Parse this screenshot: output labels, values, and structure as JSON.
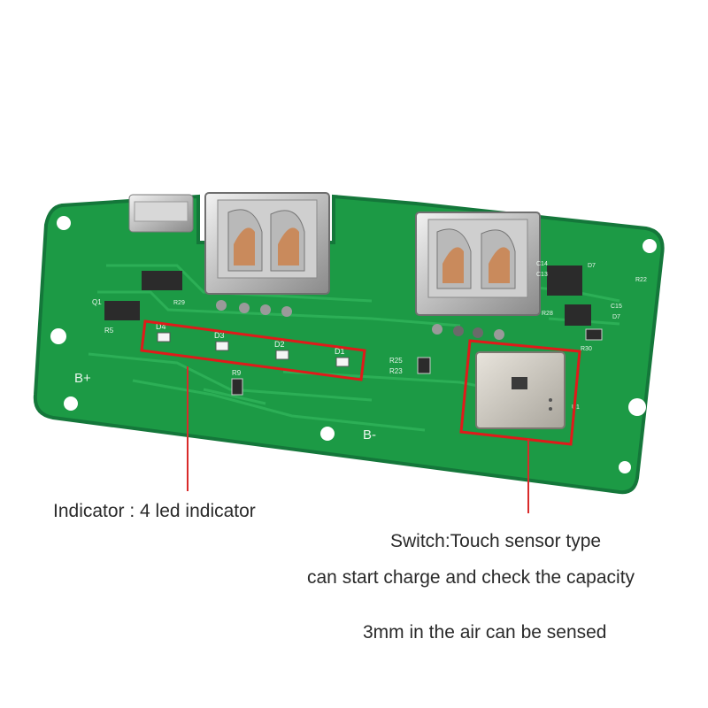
{
  "board": {
    "colors": {
      "pcb": "#1c9a45",
      "pcb_edge": "#14773a",
      "trace": "#2fb35a",
      "silkscreen": "#e9f5ec",
      "pad": "#c9c9c9",
      "callout_box": "#e01a1a",
      "callout_line": "#d92a2a"
    },
    "silkscreen": {
      "b_plus": "B+",
      "b_minus": "B-",
      "d4": "D4",
      "d3": "D3",
      "d2": "D2",
      "d1": "D1",
      "r9": "R9",
      "r25": "R25",
      "r23": "R23",
      "r5": "R5",
      "q1": "Q1",
      "r29": "R29",
      "r28": "R28",
      "c14": "C14",
      "c13": "C13",
      "d7": "D7",
      "c15": "C15",
      "d7b": "D7",
      "r22": "R22",
      "r30": "R30",
      "u1": "U1"
    }
  },
  "captions": {
    "indicator": "Indicator : 4 led indicator",
    "switch_title": "Switch:Touch sensor type",
    "switch_detail": "can start charge and check the capacity",
    "switch_range": "3mm in the air can be sensed"
  }
}
